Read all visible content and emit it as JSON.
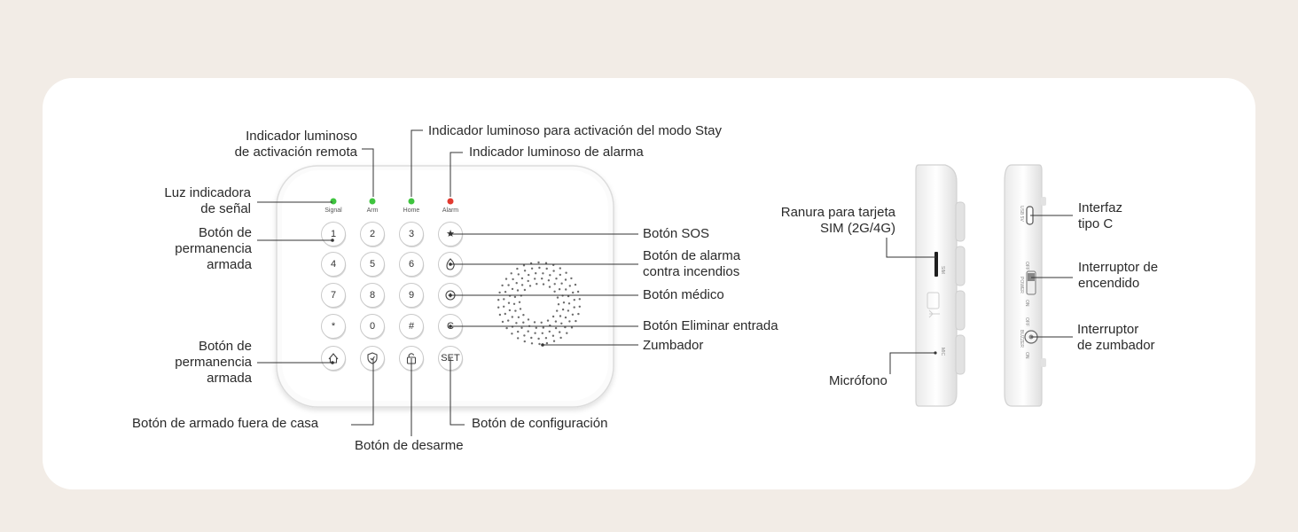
{
  "panel": {
    "led_labels": [
      "Signal",
      "Arm",
      "Home",
      "Alarm"
    ],
    "led_colors": [
      "#3ec43e",
      "#3ec43e",
      "#3ec43e",
      "#e23a30"
    ],
    "keys": [
      [
        "1",
        "2",
        "3",
        "★"
      ],
      [
        "4",
        "5",
        "6",
        "fire-icon"
      ],
      [
        "7",
        "8",
        "9",
        "medical-icon"
      ],
      [
        "*",
        "0",
        "#",
        "C"
      ],
      [
        "home-icon",
        "shield-icon",
        "lock-icon",
        "SET"
      ]
    ]
  },
  "side_small": {
    "sim_text": "SIM",
    "mic_text": "MIC"
  },
  "side_right": {
    "usb_text": "USB 5V",
    "power_text": "POWER",
    "buzzer_text": "BUZZER",
    "on_text": "ON",
    "off_text": "OFF"
  },
  "callouts": {
    "remote_led": [
      "Indicador luminoso",
      "de activación remota"
    ],
    "stay_led": "Indicador luminoso para activación del modo Stay",
    "alarm_led": "Indicador luminoso de alarma",
    "signal_led": [
      "Luz indicadora",
      "de señal"
    ],
    "stay_button_top": [
      "Botón de",
      "permanencia",
      "armada"
    ],
    "stay_button_bottom": [
      "Botón de",
      "permanencia",
      "armada"
    ],
    "away_button": "Botón de armado fuera de casa",
    "disarm_button": "Botón de desarme",
    "set_button": "Botón de configuración",
    "sos_button": "Botón SOS",
    "fire_button": [
      "Botón de alarma",
      "contra incendios"
    ],
    "medical_button": "Botón médico",
    "clear_button": "Botón Eliminar entrada",
    "buzzer": "Zumbador",
    "sim_slot": [
      "Ranura para tarjeta",
      "SIM (2G/4G)"
    ],
    "microphone": "Micrófono",
    "usb_c": [
      "Interfaz",
      "tipo C"
    ],
    "power_switch": [
      "Interruptor de",
      "encendido"
    ],
    "buzzer_switch": [
      "Interruptor",
      "de zumbador"
    ]
  }
}
